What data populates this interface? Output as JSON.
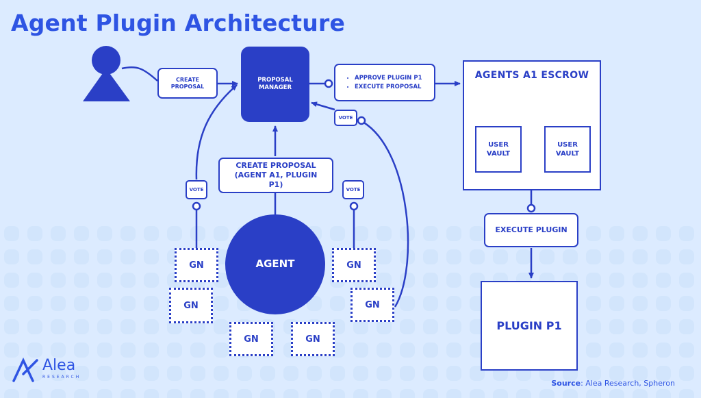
{
  "title": "Agent Plugin Architecture",
  "nodes": {
    "create_proposal_small": "CREATE PROPOSAL",
    "proposal_manager": "PROPOSAL MANAGER",
    "actions": [
      "APPROVE PLUGIN P1",
      "EXECUTE PROPOSAL"
    ],
    "escrow_title": "AGENTS A1 ESCROW",
    "user_vault_left": "USER VAULT",
    "user_vault_right": "USER VAULT",
    "vote_top": "VOTE",
    "vote_left": "VOTE",
    "vote_right": "VOTE",
    "create_proposal_main": "CREATE PROPOSAL (AGENT A1, PLUGIN P1)",
    "agent": "AGENT",
    "execute_plugin": "EXECUTE PLUGIN",
    "plugin": "PLUGIN P1",
    "gn": [
      "GN",
      "GN",
      "GN",
      "GN",
      "GN",
      "GN"
    ]
  },
  "logo": {
    "name": "Alea",
    "subtitle": "RESEARCH"
  },
  "source": {
    "label": "Source",
    "text": ": Alea Research, Spheron"
  },
  "colors": {
    "primary": "#2a3fc6",
    "title": "#2e54e3",
    "background": "#dcebff"
  }
}
